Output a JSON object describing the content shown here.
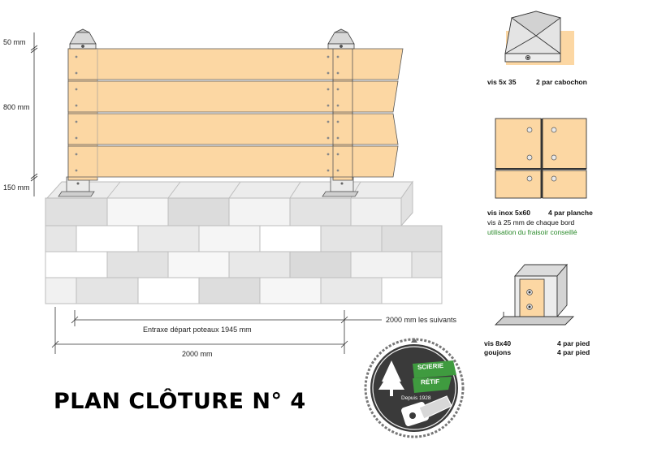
{
  "dimensions": {
    "cap_height": "50 mm",
    "board_height": "800 mm",
    "base_height": "150 mm",
    "post_spacing_first": "Entraxe départ poteaux 1945 mm",
    "post_spacing_next": "2000 mm les suivants",
    "total_width": "2000 mm"
  },
  "details": {
    "cap": {
      "screw": "vis 5x 35",
      "qty": "2 par cabochon"
    },
    "board": {
      "screw": "vis inox 5x60",
      "qty": "4 par planche",
      "note": "vis à 25  mm de chaque bord",
      "tip": "utilisation du fraisoir conseillé"
    },
    "foot": {
      "screw": "vis 8x40",
      "screw_qty": "4 par pied",
      "bolt": "goujons",
      "bolt_qty": "4 par pied"
    }
  },
  "title": "PLAN CLÔTURE N° 4",
  "logo": {
    "line1": "SCIERIE",
    "line2": "RÉTIF",
    "since": "Depuis 1928"
  },
  "colors": {
    "wood": "#fcd7a3",
    "wood_stroke": "#555555",
    "brick_light": "#f4f4f4",
    "brick_mid": "#e6e6e6",
    "brick_dark": "#d9d9d9",
    "steel": "#e8e8e8",
    "logo_bg": "#333333",
    "logo_green": "#3f9b3f"
  }
}
